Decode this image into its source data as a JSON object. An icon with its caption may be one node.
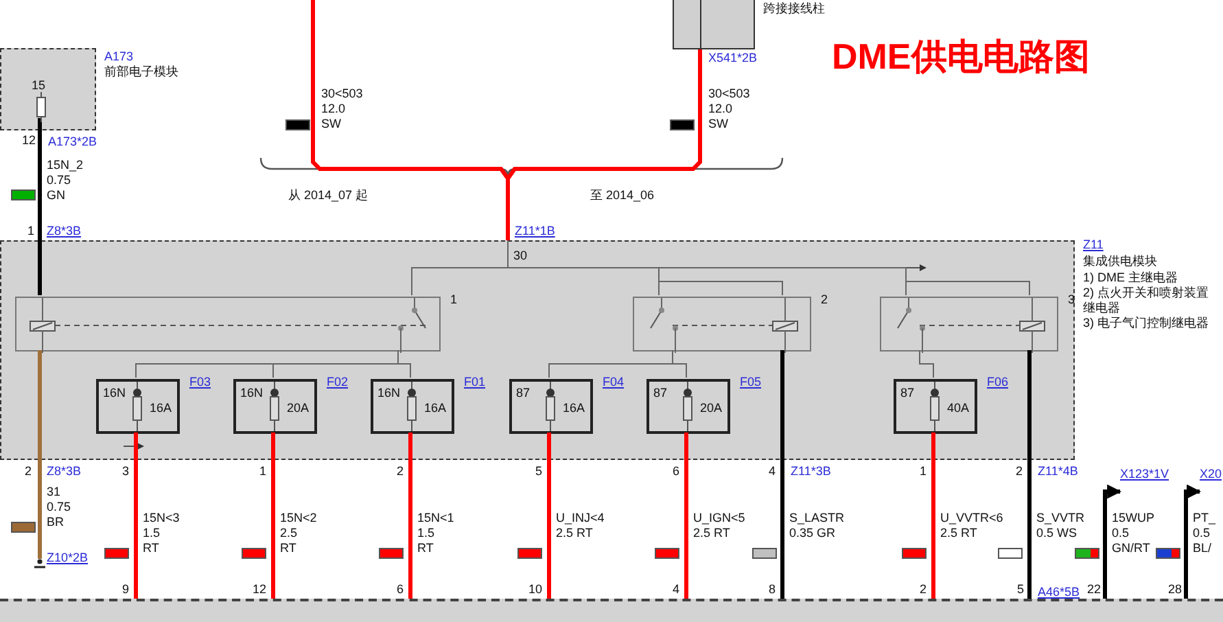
{
  "diagram": {
    "title": "DME供电电路图",
    "nodes": [
      {
        "text": [
          "跨接接线柱"
        ]
      },
      {
        "text": [
          "A173",
          "前部电子模块"
        ]
      },
      {
        "text": [
          "15"
        ],
        "beside": [
          "A173*2B"
        ],
        "in": 1
      },
      {
        "text": [
          "Z11",
          "集成供电模块",
          "1) DME 主继电器",
          "2) 点火开关和喷射装置继电器",
          "3) 电子气门控制继电器"
        ]
      },
      {
        "text": [
          "1"
        ],
        "in": 3
      },
      {
        "text": [
          "2"
        ],
        "in": 3
      },
      {
        "text": [
          "3"
        ],
        "in": 3
      },
      {
        "text": [
          "16N",
          "16A"
        ],
        "beside": [
          "F03"
        ],
        "in": 3
      },
      {
        "text": [
          "16N",
          "20A"
        ],
        "beside": [
          "F02"
        ],
        "in": 3
      },
      {
        "text": [
          "16N",
          "16A"
        ],
        "beside": [
          "F01"
        ],
        "in": 3
      },
      {
        "text": [
          "87",
          "16A"
        ],
        "beside": [
          "F04"
        ],
        "in": 3
      },
      {
        "text": [
          "87",
          "20A"
        ],
        "beside": [
          "F05"
        ],
        "in": 3
      },
      {
        "text": [
          "87",
          "40A"
        ],
        "beside": [
          "F06"
        ],
        "in": 3
      },
      {
        "text": [],
        "shape": "ground",
        "beside": [
          "Z10*2B"
        ]
      },
      {
        "text": [],
        "shape": "box",
        "beside": [
          "A46*5B"
        ]
      },
      {
        "text": [
          "X123*1V"
        ]
      },
      {
        "text": [
          "X20"
        ]
      }
    ],
    "edges": [
      {
        "from": null,
        "to": 3,
        "arrow": "none",
        "label": "30<503 12.0 SW",
        "color": "#ff0000"
      },
      {
        "from": 0,
        "to": 3,
        "arrow": "none",
        "label": "30<503 12.0 SW",
        "color": "#ff0000"
      },
      {
        "from": 2,
        "to": 4,
        "arrow": "none",
        "label": "15N_2 0.75 GN",
        "color": "#000000"
      },
      {
        "from": 4,
        "to": 13,
        "arrow": "none",
        "label": "31 0.75 BR",
        "color": "#a0703a"
      },
      {
        "from": 3,
        "to": 4,
        "arrow": "none"
      },
      {
        "from": 3,
        "to": 5,
        "arrow": "none"
      },
      {
        "from": 3,
        "to": 6,
        "arrow": "none"
      },
      {
        "from": 4,
        "to": 7,
        "arrow": "none"
      },
      {
        "from": 4,
        "to": 8,
        "arrow": "none"
      },
      {
        "from": 4,
        "to": 9,
        "arrow": "none"
      },
      {
        "from": 5,
        "to": 10,
        "arrow": "none"
      },
      {
        "from": 5,
        "to": 11,
        "arrow": "none"
      },
      {
        "from": 6,
        "to": 12,
        "arrow": "none"
      },
      {
        "from": 7,
        "to": 14,
        "arrow": "none",
        "label": "15N<3 1.5 RT",
        "color": "#ff0000"
      },
      {
        "from": 8,
        "to": 14,
        "arrow": "none",
        "label": "15N<2 2.5 RT",
        "color": "#ff0000"
      },
      {
        "from": 9,
        "to": 14,
        "arrow": "none",
        "label": "15N<1 1.5 RT",
        "color": "#ff0000"
      },
      {
        "from": 10,
        "to": 14,
        "arrow": "none",
        "label": "U_INJ<4 2.5 RT",
        "color": "#ff0000"
      },
      {
        "from": 11,
        "to": 14,
        "arrow": "none",
        "label": "U_IGN<5 2.5 RT",
        "color": "#ff0000"
      },
      {
        "from": 5,
        "to": 14,
        "arrow": "none",
        "label": "S_LASTR 0.35 GR",
        "color": "#000000"
      },
      {
        "from": 12,
        "to": 14,
        "arrow": "none",
        "label": "U_VVTR<6 2.5 RT",
        "color": "#ff0000"
      },
      {
        "from": 6,
        "to": 14,
        "arrow": "none",
        "label": "S_VVTR 0.5 WS",
        "color": "#000000"
      },
      {
        "from": 14,
        "to": 15,
        "arrow": "to",
        "label": "15WUP 0.5 GN/RT",
        "color": "#000000"
      },
      {
        "from": 14,
        "to": 16,
        "arrow": "to",
        "label": "PT_ 0.5 BL/",
        "color": "#000000"
      }
    ],
    "labels": [
      "X541*2B",
      "12",
      "从 2014_07 起",
      "至 2014_06",
      "1",
      "Z8*3B",
      "Z11*1B",
      "30",
      "2",
      "Z8*3B",
      "3",
      "1",
      "2",
      "5",
      "6",
      "4",
      "Z11*3B",
      "1",
      "2",
      "Z11*4B",
      "9",
      "12",
      "6",
      "10",
      "4",
      "8",
      "2",
      "5",
      "22",
      "28"
    ]
  }
}
